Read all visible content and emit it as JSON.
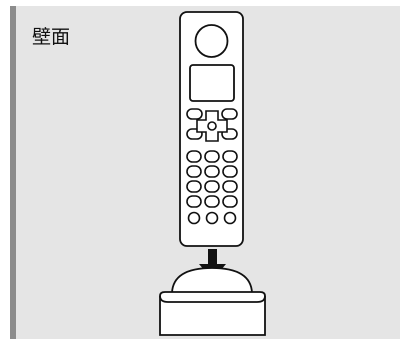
{
  "wall_label": "壁面",
  "colors": {
    "panel_background": "#e5e5e5",
    "wall_edge": "#8c8c8c",
    "line": "#111111",
    "fill": "#ffffff"
  },
  "icons": [
    "cordless-phone-handset",
    "keypad-buttons",
    "down-arrow-icon",
    "charging-base"
  ]
}
